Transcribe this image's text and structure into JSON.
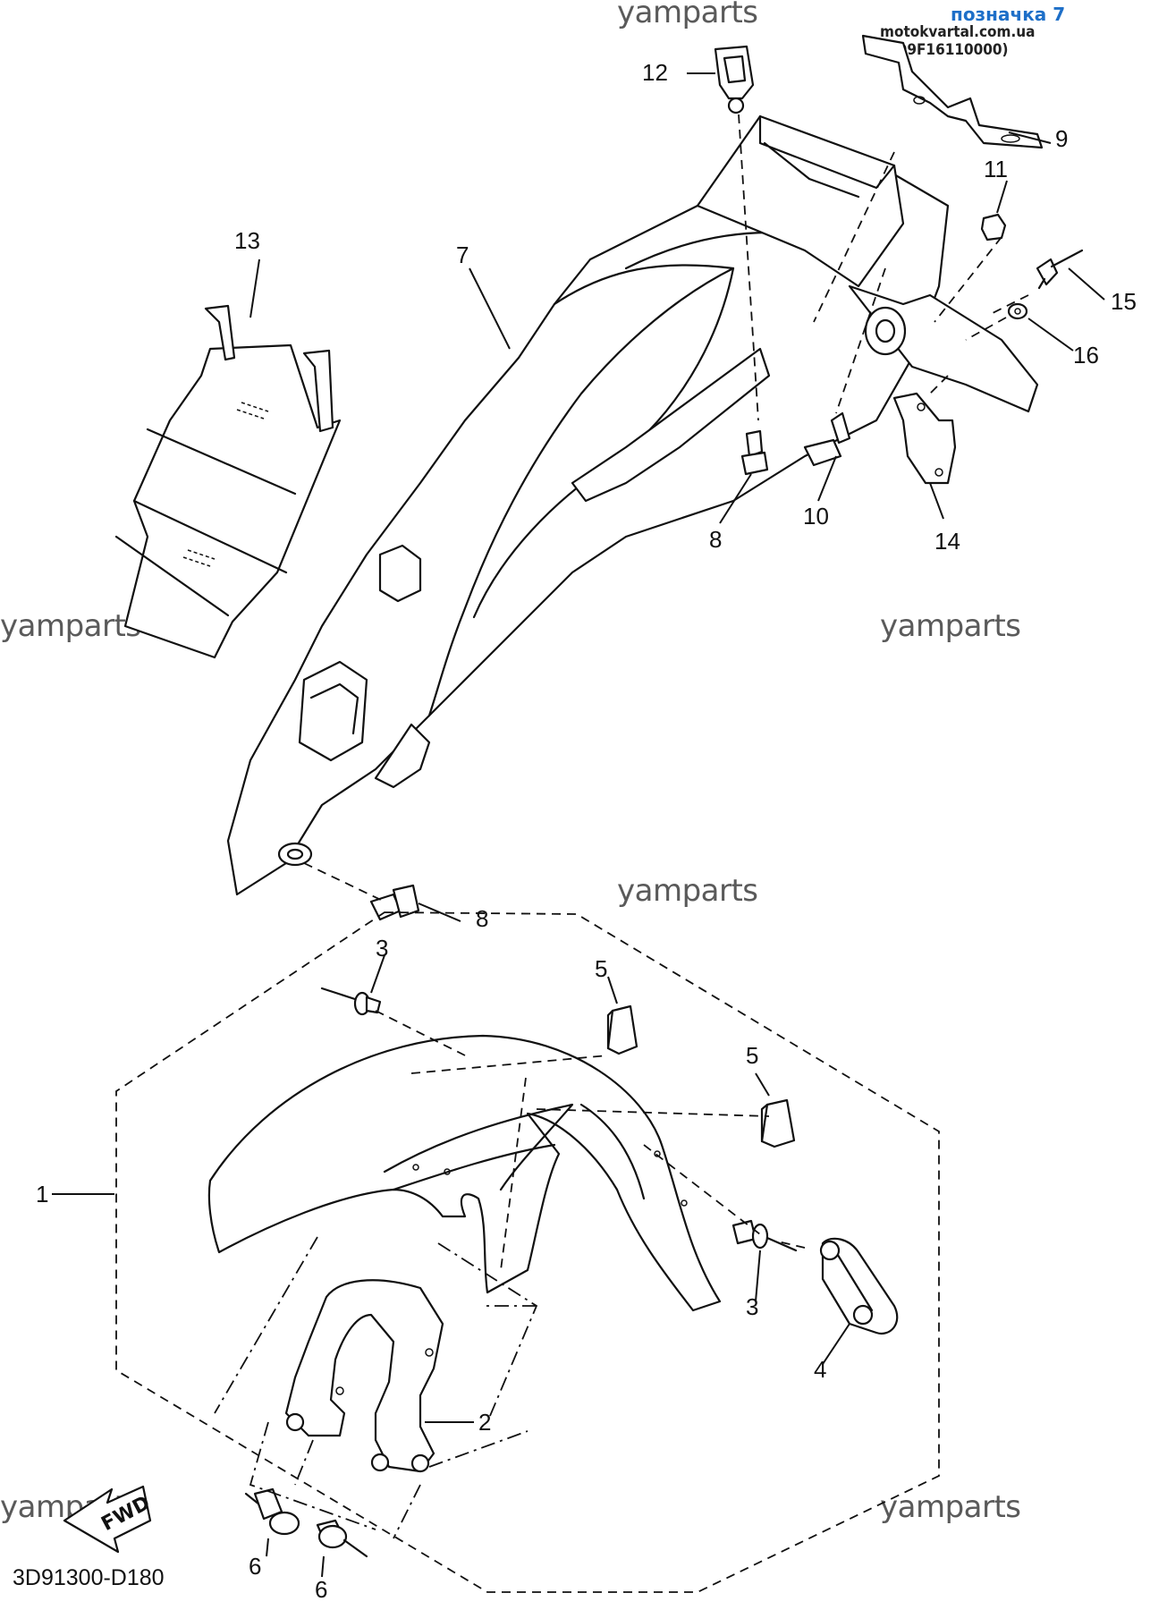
{
  "header": {
    "title": "позначка 7",
    "source": "motokvartal.com.ua (3D9F16110000)"
  },
  "watermarks": [
    "yamparts",
    "yamparts",
    "yamparts",
    "yamparts",
    "yamparts",
    "yamparts"
  ],
  "diagram_code": "3D91300-D180",
  "fwd_label": "FWD",
  "callouts": {
    "c1": "1",
    "c2": "2",
    "c3a": "3",
    "c3b": "3",
    "c4": "4",
    "c5a": "5",
    "c5b": "5",
    "c6a": "6",
    "c6b": "6",
    "c7": "7",
    "c8a": "8",
    "c8b": "8",
    "c9": "9",
    "c10": "10",
    "c11": "11",
    "c12": "12",
    "c13": "13",
    "c14": "14",
    "c15": "15",
    "c16": "16"
  }
}
